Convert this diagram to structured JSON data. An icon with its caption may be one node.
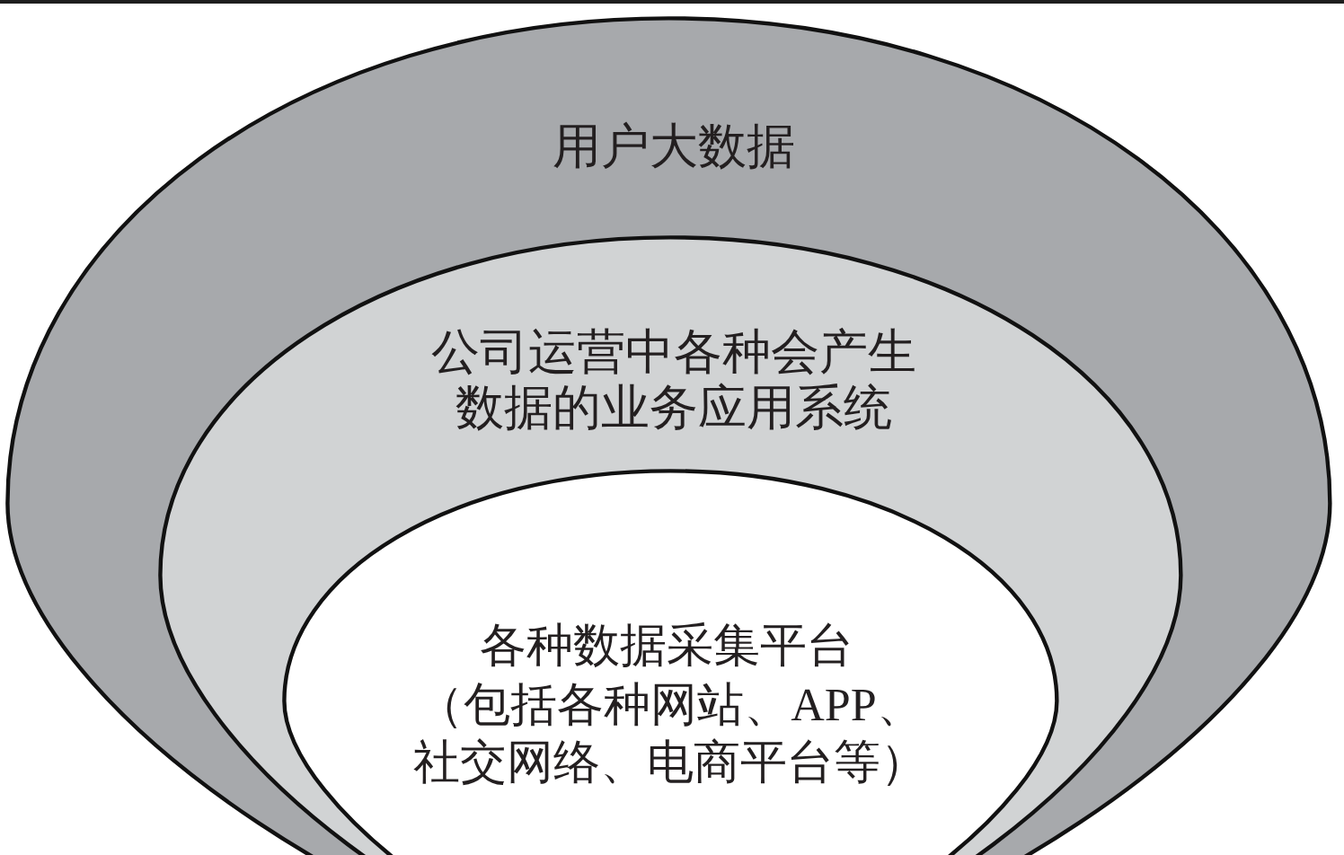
{
  "diagram": {
    "nodes": [
      {
        "text": [
          "用户大数据"
        ]
      },
      {
        "text": [
          "公司运营中各种会产生数据的业务应用系统"
        ],
        "in": 0
      },
      {
        "text": [
          "各种数据采集平台",
          "（包括各种网站、APP、社交网络、电商平台等）"
        ],
        "in": 1
      }
    ]
  }
}
